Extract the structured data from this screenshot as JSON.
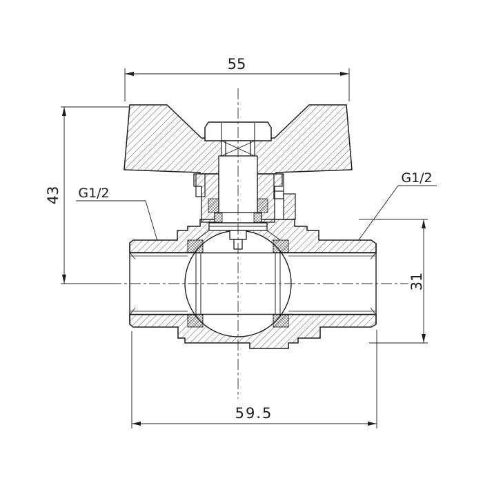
{
  "drawing": {
    "component": "ball-valve-cross-section",
    "background": "#ffffff",
    "line_color": "#1c1c1c",
    "dimensions": {
      "handle_width": "55",
      "height_to_axis": "43",
      "body_height": "31",
      "body_length": "59.5"
    },
    "thread_labels": {
      "left": "G1/2",
      "right": "G1/2"
    }
  }
}
